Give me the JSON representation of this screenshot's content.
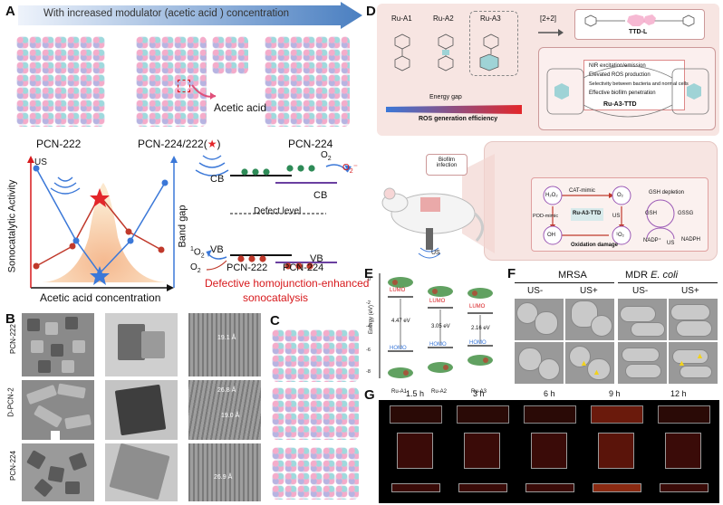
{
  "panel_labels": {
    "a": "A",
    "b": "B",
    "c": "C",
    "d": "D",
    "e": "E",
    "f": "F",
    "g": "G"
  },
  "panelA": {
    "banner": "With increased modulator (acetic acid ) concentration",
    "structures": [
      "PCN-222",
      "PCN-224/222(",
      "PCN-224"
    ],
    "star_glyph": "★",
    "star_close": ")",
    "acetic_label": "Acetic acid",
    "plot": {
      "ylabel": "Sonocatalytic Activity",
      "xlabel": "Acetic acid concentration",
      "us_label": "US",
      "y2label": "Band gap"
    },
    "band": {
      "cb": "CB",
      "cb2": "CB",
      "vb": "VB",
      "vb2": "VB",
      "defect": "Defect level",
      "o2": "O",
      "o2_sub": "2",
      "o2minus": "O",
      "o2minus_sub": "2",
      "singlet_o2": "O",
      "singlet_sup": "1",
      "singlet_sub": "2",
      "left": "PCN-222",
      "right": "PCN-224",
      "red_text_1": "Defective homojunction-enhanced",
      "red_text_2": "sonocatalysis",
      "us": "US",
      "e": "e",
      "h": "h"
    }
  },
  "panelB": {
    "rows": [
      "PCN-222",
      "D-PCN-2",
      "PCN-224"
    ],
    "measurements": [
      "19.1 Å",
      "26.8 Å",
      "19.0 Å",
      "26.9 Å"
    ]
  },
  "panelD": {
    "complexes": [
      "Ru-A1",
      "Ru-A2",
      "Ru-A3"
    ],
    "reaction": "[2+2]",
    "ligand": "TTD-L",
    "energy_gap": "Energy gap",
    "ros_eff": "ROS generation efficiency",
    "features": [
      "NIR excitation/emission",
      "Elevated ROS production",
      "Selectivity between bacteria and normal cells",
      "Effective biofilm penetration"
    ],
    "product": "Ru-A3-TTD",
    "biofilm": "Biofilm infection",
    "us": "US",
    "mech": {
      "h2o2": "H₂O₂",
      "o2": "O₂",
      "oh": "OH",
      "singlet": "¹O₂",
      "cat": "CAT-mimic",
      "pod": "POD-mimic",
      "center": "Ru-A3-TTD",
      "us": "US",
      "gsh_depl": "GSH depletion",
      "gsh": "GSH",
      "gssg": "GSSG",
      "nadp": "NADP⁺",
      "nadph": "NADPH",
      "us2": "US",
      "oxid": "Oxidation damage"
    }
  },
  "panelE": {
    "ylabel": "Energy (eV)",
    "yticks": [
      "0",
      "-2",
      "-4",
      "-6",
      "-8"
    ],
    "lumo": "LUMO",
    "homo": "HOMO",
    "gaps": [
      "4.47 eV",
      "3.05 eV",
      "2.16 eV"
    ],
    "complexes": [
      "Ru-A1",
      "Ru-A2",
      "Ru-A3"
    ]
  },
  "panelF": {
    "groups": [
      "MRSA",
      "MDR "
    ],
    "group_italic": "E. coli",
    "cols": [
      "US-",
      "US+",
      "US-",
      "US+"
    ]
  },
  "panelG": {
    "times": [
      "1.5 h",
      "3 h",
      "6 h",
      "9 h",
      "12 h"
    ]
  },
  "colors": {
    "banner": "#4a7fc1",
    "red": "#d7191c",
    "star": "#e3262a",
    "blue_star": "#3b78d8",
    "panelD_bg": "#f8e4e1",
    "panelG_bg": "#000000"
  }
}
